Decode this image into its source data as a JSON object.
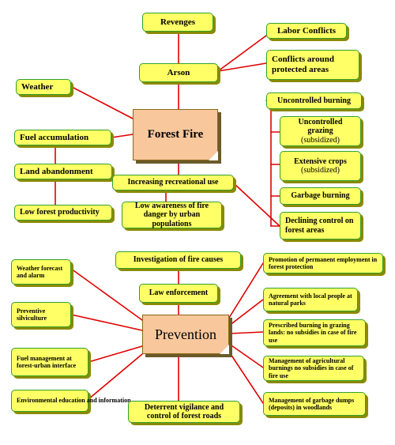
{
  "forest_fire": {
    "center": "Forest Fire",
    "revenges": "Revenges",
    "arson": "Arson",
    "labor_conflicts": "Labor Conflicts",
    "conflicts_protected": "Conflicts around protected areas",
    "weather": "Weather",
    "fuel_accumulation": "Fuel accumulation",
    "land_abandonment": "Land abandonment",
    "low_forest_productivity": "Low forest productivity",
    "recreational_use": "Increasing recreational use",
    "low_awareness": "Low awareness of fire danger by urban populations",
    "uncontrolled_burning": "Uncontrolled burning",
    "uncontrolled_grazing": "Uncontrolled grazing",
    "uncontrolled_grazing_sub": "(subsidized)",
    "extensive_crops": "Extensive crops",
    "extensive_crops_sub": "(subsidized)",
    "garbage_burning": "Garbage burning",
    "declining_control": "Declining control on forest areas"
  },
  "prevention": {
    "center": "Prevention",
    "investigation": "Investigation of fire causes",
    "law_enforcement": "Law enforcement",
    "weather_forecast": "Weather forecast and alarm",
    "preventive_silviculture": "Preventive silviculture",
    "fuel_management": "Fuel management at forest-urban interface",
    "environmental_education": "Environmental education and information",
    "deterrent_vigilance": "Deterrent vigilance and control of forest roads",
    "permanent_employment": "Promotion of permanent employment in forest protection",
    "agreement_local": "Agreement with local people at natural parks",
    "prescribed_burning": "Prescribed burning in grazing lands: no subsidies in case of fire use",
    "agricultural_burnings": "Management of agricultural burnings no subsidies in case of fire use",
    "garbage_dumps": "Management of garbage dumps (deposits) in woodlands"
  },
  "colors": {
    "box_fill": "#ffff66",
    "hub_fill": "#f8c79c",
    "line": "#e00000"
  }
}
